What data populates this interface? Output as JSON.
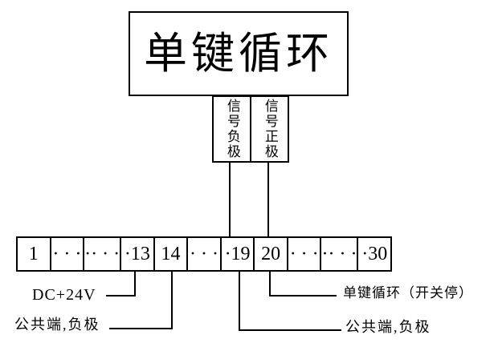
{
  "diagram": {
    "title": "单键循环",
    "signal_boxes": [
      {
        "label": "信号负极"
      },
      {
        "label": "信号正极"
      }
    ],
    "terminal_strip": {
      "cells": [
        "1",
        "· · ·",
        "·· · ·",
        "·13",
        "14",
        "· · ·",
        "·19",
        "20",
        "· · ·",
        "·· · ·",
        "·30"
      ]
    },
    "callouts": {
      "dc24v": "DC+24V",
      "common_left": "公共端,负极",
      "single_key_cycle": "单键循环（开关停）",
      "common_right": "公共端,负极"
    },
    "colors": {
      "line": "#000000",
      "background": "#ffffff",
      "text": "#000000"
    }
  }
}
